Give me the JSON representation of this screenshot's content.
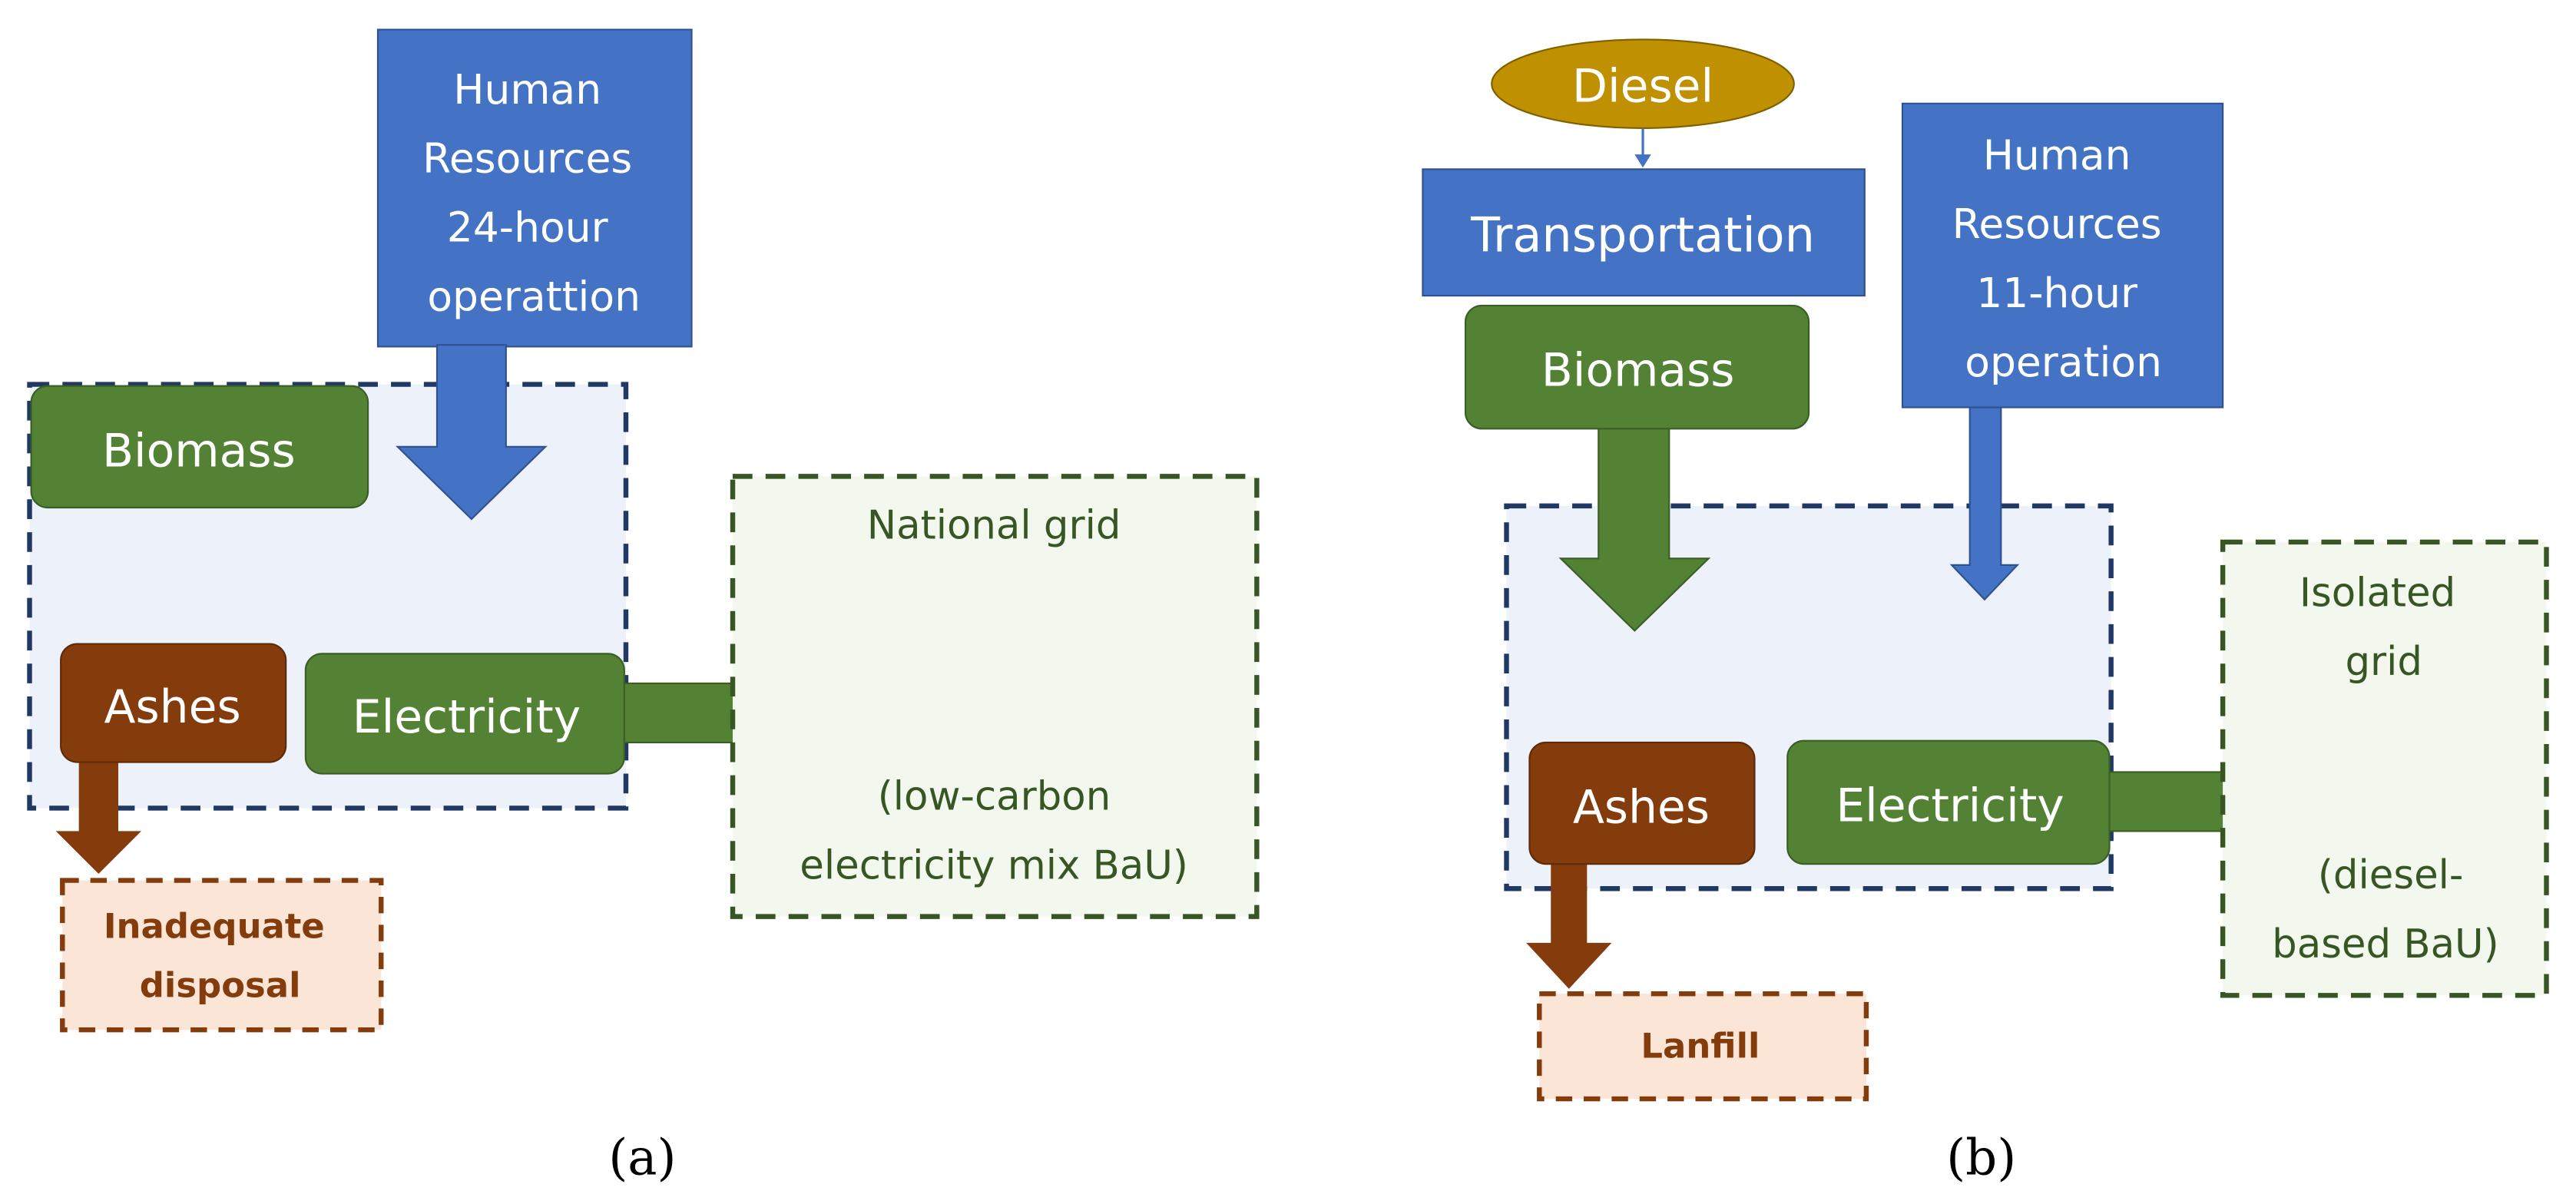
{
  "colors": {
    "blue": "#4472C4",
    "green": "#548235",
    "brown": "#843C0C",
    "gold": "#BF9000",
    "process_fill": "#EDF1FA",
    "process_border": "#1F3864",
    "grid_fill": "#F2F8EE",
    "grid_border": "#375623",
    "disposal_fill": "#FBE5D6",
    "disposal_border": "#843C0C",
    "disposal_text": "#843C0C"
  },
  "panel_a": {
    "human_resources": [
      "Human",
      "Resources",
      "24-hour",
      "operattion"
    ],
    "biomass": "Biomass",
    "ashes": "Ashes",
    "electricity": "Electricity",
    "grid_title": "National grid",
    "grid_note": [
      "(low-carbon",
      "electricity mix BaU)"
    ],
    "disposal": [
      "Inadequate",
      "disposal"
    ],
    "caption": "(a)"
  },
  "panel_b": {
    "diesel": "Diesel",
    "transportation": "Transportation",
    "human_resources": [
      "Human",
      "Resources",
      "11-hour",
      "operation"
    ],
    "biomass": "Biomass",
    "ashes": "Ashes",
    "electricity": "Electricity",
    "grid_title": [
      "Isolated",
      "grid"
    ],
    "grid_note": [
      "(diesel-",
      "based BaU)"
    ],
    "disposal": "Lanfill",
    "caption": "(b)"
  }
}
